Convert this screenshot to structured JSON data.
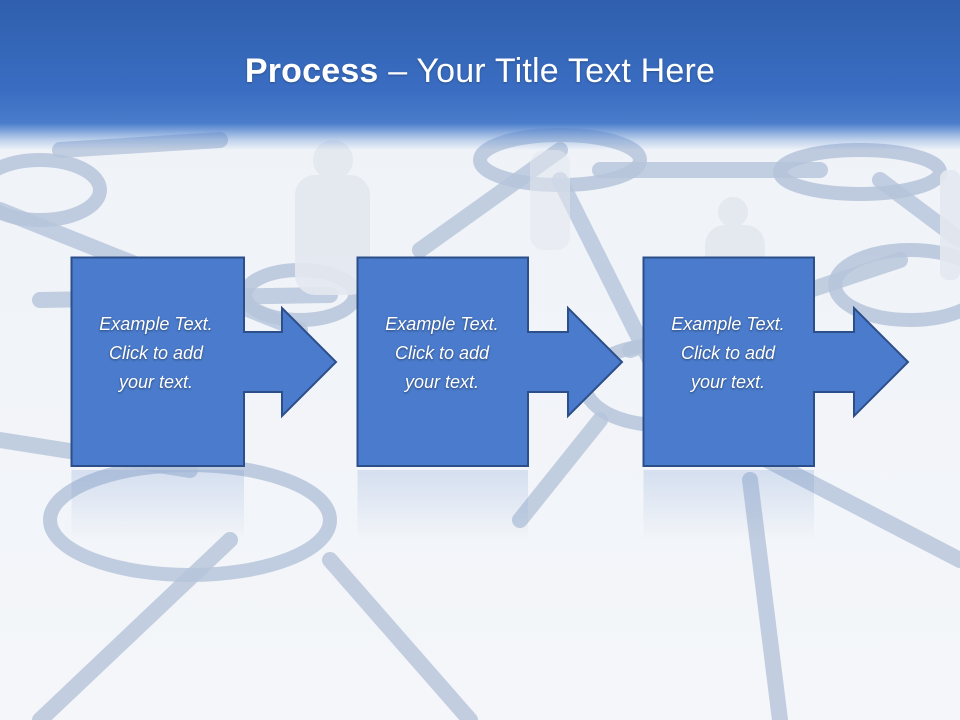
{
  "slide": {
    "title_bold": "Process",
    "title_rest": " – Your Title Text Here"
  },
  "steps": [
    {
      "text": "Example Text.\nClick  to add\nyour text."
    },
    {
      "text": "Example Text.\nClick  to add\nyour text."
    },
    {
      "text": "Example Text.\nClick  to add\nyour text."
    }
  ],
  "colors": {
    "header_blue": "#2f5fad",
    "box_fill": "#4a7bcc",
    "box_stroke": "#2c4f8a"
  }
}
